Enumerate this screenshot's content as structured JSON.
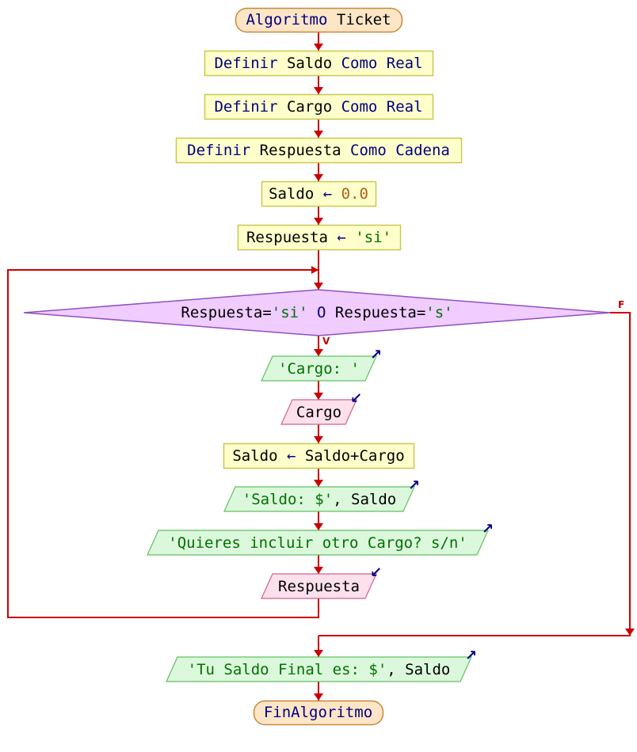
{
  "diagram": {
    "branch_true": "V",
    "branch_false": "F",
    "colors": {
      "arrow": "#cc0000",
      "process_fill": "#ffffcc",
      "process_stroke": "#c8c850",
      "terminal_fill": "#fde6c6",
      "terminal_stroke": "#c8883a",
      "output_fill": "#dcf8dc",
      "output_stroke": "#60c060",
      "input_fill": "#fce0ec",
      "input_stroke": "#d06090",
      "decision_fill": "#f0ccff",
      "decision_stroke": "#9050c0"
    },
    "nodes": [
      {
        "kind": "terminal",
        "tokens": [
          {
            "t": "Algoritmo ",
            "c": "kw"
          },
          {
            "t": "Ticket",
            "c": "id"
          }
        ]
      },
      {
        "kind": "process",
        "tokens": [
          {
            "t": "Definir ",
            "c": "kw"
          },
          {
            "t": "Saldo ",
            "c": "id"
          },
          {
            "t": "Como Real",
            "c": "kw"
          }
        ]
      },
      {
        "kind": "process",
        "tokens": [
          {
            "t": "Definir ",
            "c": "kw"
          },
          {
            "t": "Cargo ",
            "c": "id"
          },
          {
            "t": "Como Real",
            "c": "kw"
          }
        ]
      },
      {
        "kind": "process",
        "tokens": [
          {
            "t": "Definir ",
            "c": "kw"
          },
          {
            "t": "Respuesta ",
            "c": "id"
          },
          {
            "t": "Como Cadena",
            "c": "kw"
          }
        ]
      },
      {
        "kind": "process",
        "tokens": [
          {
            "t": "Saldo ",
            "c": "id"
          },
          {
            "t": "← ",
            "c": "kw"
          },
          {
            "t": "0.0",
            "c": "num"
          }
        ]
      },
      {
        "kind": "process",
        "tokens": [
          {
            "t": "Respuesta ",
            "c": "id"
          },
          {
            "t": "← ",
            "c": "kw"
          },
          {
            "t": "'si'",
            "c": "str"
          }
        ]
      },
      {
        "kind": "decision",
        "tokens": [
          {
            "t": "Respuesta=",
            "c": "id"
          },
          {
            "t": "'si'",
            "c": "str"
          },
          {
            "t": " O ",
            "c": "kw"
          },
          {
            "t": "Respuesta=",
            "c": "id"
          },
          {
            "t": "'s'",
            "c": "str"
          }
        ]
      },
      {
        "kind": "output",
        "tokens": [
          {
            "t": "'Cargo: '",
            "c": "str"
          }
        ]
      },
      {
        "kind": "input",
        "tokens": [
          {
            "t": "Cargo",
            "c": "id"
          }
        ]
      },
      {
        "kind": "process",
        "tokens": [
          {
            "t": "Saldo ",
            "c": "id"
          },
          {
            "t": "← ",
            "c": "kw"
          },
          {
            "t": "Saldo+Cargo",
            "c": "id"
          }
        ]
      },
      {
        "kind": "output",
        "tokens": [
          {
            "t": "'Saldo: $'",
            "c": "str"
          },
          {
            "t": ", Saldo",
            "c": "id"
          }
        ]
      },
      {
        "kind": "output",
        "tokens": [
          {
            "t": "'Quieres incluir otro Cargo? s/n'",
            "c": "str"
          }
        ]
      },
      {
        "kind": "input",
        "tokens": [
          {
            "t": "Respuesta",
            "c": "id"
          }
        ]
      },
      {
        "kind": "output",
        "tokens": [
          {
            "t": "'Tu Saldo Final es: $'",
            "c": "str"
          },
          {
            "t": ", Saldo",
            "c": "id"
          }
        ]
      },
      {
        "kind": "terminal",
        "tokens": [
          {
            "t": "FinAlgoritmo",
            "c": "kw"
          }
        ]
      }
    ]
  }
}
